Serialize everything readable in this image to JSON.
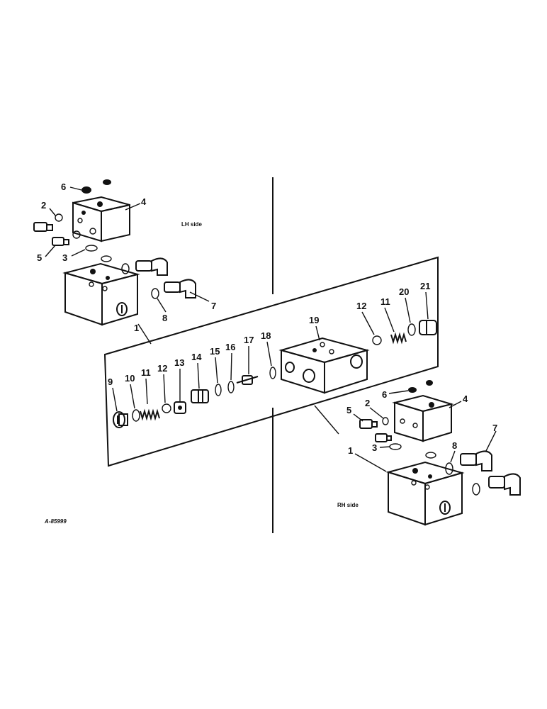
{
  "side_labels": {
    "lh": "LH side",
    "rh": "RH side"
  },
  "figure_code": "A-85999",
  "callouts": {
    "lh_6": "6",
    "lh_4": "4",
    "lh_2": "2",
    "lh_5": "5",
    "lh_3": "3",
    "lh_7": "7",
    "lh_8": "8",
    "lh_1": "1",
    "c_9": "9",
    "c_10": "10",
    "c_11": "11",
    "c_12": "12",
    "c_13": "13",
    "c_14": "14",
    "c_15": "15",
    "c_16": "16",
    "c_17": "17",
    "c_18": "18",
    "c_19": "19",
    "c_12b": "12",
    "c_11b": "11",
    "c_20": "20",
    "c_21": "21",
    "rh_6": "6",
    "rh_4": "4",
    "rh_5": "5",
    "rh_2": "2",
    "rh_3": "3",
    "rh_7": "7",
    "rh_8": "8",
    "rh_1": "1"
  }
}
